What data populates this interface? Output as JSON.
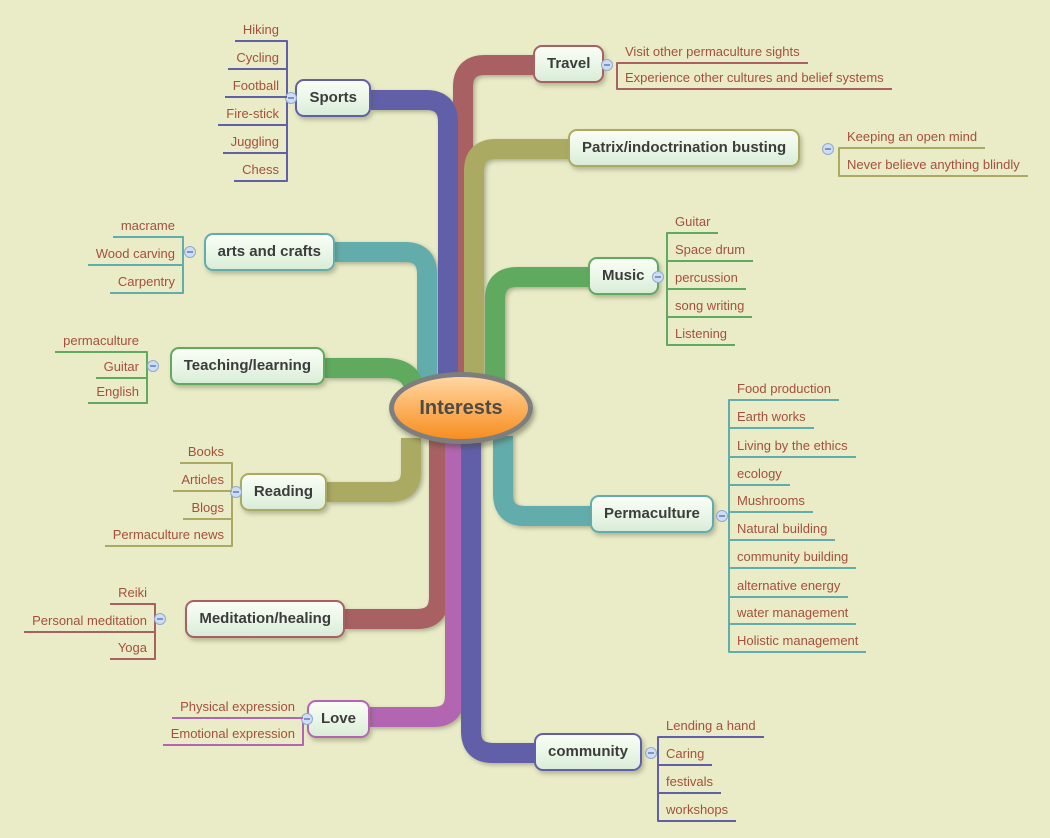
{
  "title": "Interests",
  "colors": {
    "bg": "#e9ecc7",
    "purple": "#615fa8",
    "maroon": "#a86062",
    "olive": "#abaa62",
    "green": "#5faa5f",
    "teal": "#62acac",
    "magenta": "#b266b2",
    "child-text": "#a5503c",
    "topic-text": "#3c3c3c",
    "center-top": "#ffd7a3",
    "center-bottom": "#f78e20",
    "center-border": "#7e7e7e",
    "button-fill": "#cfddf3",
    "button-border": "#92a9cf"
  },
  "branches": [
    {
      "label": "Sports",
      "children": [
        "Hiking",
        "Cycling",
        "Football",
        "Fire-stick",
        "Juggling",
        "Chess"
      ]
    },
    {
      "label": "Travel",
      "children": [
        "Visit other permaculture sights",
        "Experience other cultures and belief systems"
      ]
    },
    {
      "label": "Patrix/indoctrination busting",
      "children": [
        "Keeping an open mind",
        "Never believe anything blindly"
      ]
    },
    {
      "label": "Music",
      "children": [
        "Guitar",
        "Space drum",
        "percussion",
        "song writing",
        "Listening"
      ]
    },
    {
      "label": "arts and crafts",
      "children": [
        "macrame",
        "Wood carving",
        "Carpentry"
      ]
    },
    {
      "label": "Teaching/learning",
      "children": [
        "permaculture",
        "Guitar",
        "English"
      ]
    },
    {
      "label": "Reading",
      "children": [
        "Books",
        "Articles",
        "Blogs",
        "Permaculture news"
      ]
    },
    {
      "label": "Permaculture",
      "children": [
        "Food production",
        "Earth works",
        "Living by the ethics",
        "ecology",
        "Mushrooms",
        "Natural building",
        "community building",
        "alternative energy",
        "water management",
        "Holistic management"
      ]
    },
    {
      "label": "Meditation/healing",
      "children": [
        "Reiki",
        "Personal meditation",
        "Yoga"
      ]
    },
    {
      "label": "Love",
      "children": [
        "Physical expression",
        "Emotional expression"
      ]
    },
    {
      "label": "community",
      "children": [
        "Lending a hand",
        "Caring",
        "festivals",
        "workshops"
      ]
    }
  ]
}
